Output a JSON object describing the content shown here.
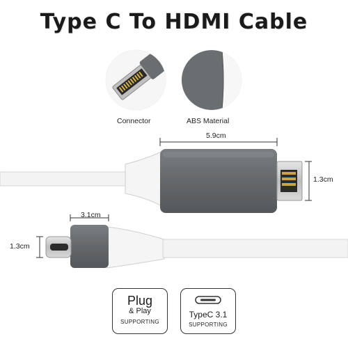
{
  "title": "Type C To HDMI Cable",
  "callouts": {
    "connector": "Connector",
    "material": "ABS Material"
  },
  "dimensions": {
    "hdmi_length": "5.9cm",
    "hdmi_height": "1.3cm",
    "typec_length": "3.1cm",
    "typec_height": "1.3cm"
  },
  "badges": {
    "plug_play": {
      "line1": "Plug",
      "line2": "& Play",
      "line3": "SUPPORTING"
    },
    "typec": {
      "line1": "TypeC 3.1",
      "line2": "SUPPORTING"
    }
  },
  "colors": {
    "housing": "#6b6e70",
    "cable": "#f2f2f2",
    "metal": "#c8c8c8"
  }
}
